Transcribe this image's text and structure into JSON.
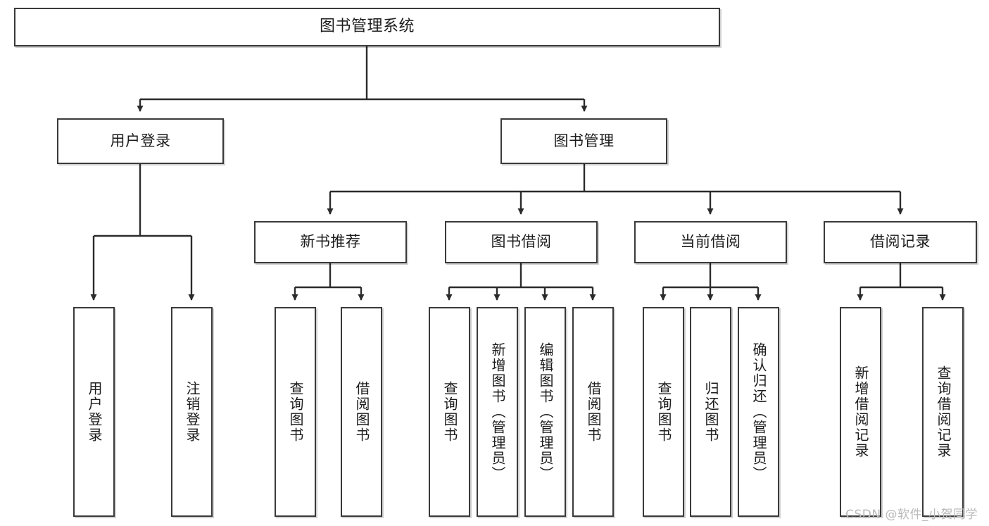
{
  "diagram": {
    "title": "图书管理系统",
    "type": "tree",
    "watermark": "CSDN @软件_小贺同学",
    "stroke_color": "#3a3a3a",
    "fill_color": "#ffffff",
    "text_color": "#1c1c1c",
    "nodes": {
      "root": {
        "label": "图书管理系统"
      },
      "l1": [
        {
          "label": "用户登录"
        },
        {
          "label": "图书管理"
        }
      ],
      "l2": [
        {
          "label": "新书推荐"
        },
        {
          "label": "图书借阅"
        },
        {
          "label": "当前借阅"
        },
        {
          "label": "借阅记录"
        }
      ],
      "leaves_user_login": [
        {
          "label": "用户登录"
        },
        {
          "label": "注销登录"
        }
      ],
      "leaves_new_book": [
        {
          "label": "查询图书"
        },
        {
          "label": "借阅图书"
        }
      ],
      "leaves_borrow": [
        {
          "label": "查询图书"
        },
        {
          "label": "新增图书（管理员）"
        },
        {
          "label": "编辑图书（管理员）"
        },
        {
          "label": "借阅图书"
        }
      ],
      "leaves_current": [
        {
          "label": "查询图书"
        },
        {
          "label": "归还图书"
        },
        {
          "label": "确认归还（管理员）"
        }
      ],
      "leaves_records": [
        {
          "label": "新增借阅记录"
        },
        {
          "label": "查询借阅记录"
        }
      ]
    }
  }
}
